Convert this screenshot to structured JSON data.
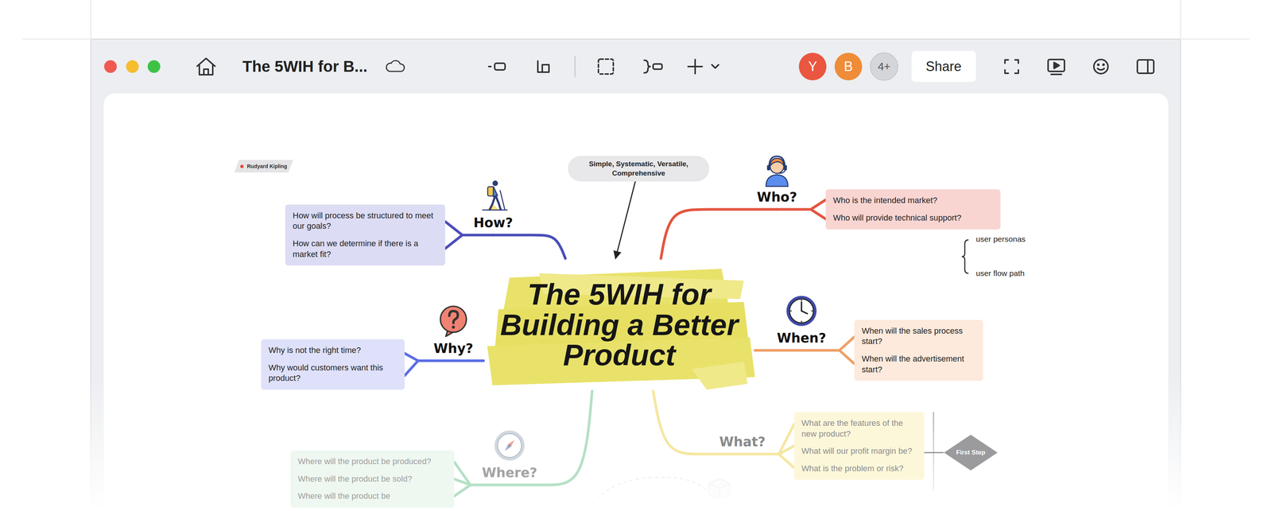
{
  "diagram": {
    "nodes": [
      {
        "text": [
          "Rudyard Kipling"
        ]
      },
      {
        "text": [
          "Simple, Systematic, Versatile, Comprehensive"
        ]
      },
      {
        "text": [
          "The 5WIH for Building a Better Product"
        ]
      },
      {
        "text": [
          "How?"
        ]
      },
      {
        "text": [
          "How will process be structured to meet our goals?",
          "How can we determine if there is a market fit?"
        ]
      },
      {
        "text": [
          "Who?"
        ]
      },
      {
        "text": [
          "Who is the intended market?",
          "Who will provide technical support?"
        ]
      },
      {
        "text": [
          "Why?"
        ]
      },
      {
        "text": [
          "Why is not the right time?",
          "Why would customers want this product?"
        ]
      },
      {
        "text": [
          "When?"
        ]
      },
      {
        "text": [
          "When will the sales process start?",
          "When will the advertisement start?"
        ]
      },
      {
        "text": [
          "Where?"
        ]
      },
      {
        "text": [
          "Where will the product be produced?",
          "Where will the product be sold?",
          "Where will the product be"
        ]
      },
      {
        "text": [
          "What?"
        ]
      },
      {
        "text": [
          "What are the features of the new product?",
          "What will our profit margin be?",
          "What is the problem or risk?"
        ]
      },
      {
        "text": [
          "First Step"
        ]
      }
    ],
    "edges": [
      {
        "from": 1,
        "to": 2,
        "arrow": "to"
      },
      {
        "from": 2,
        "to": 3,
        "arrow": "none"
      },
      {
        "from": 3,
        "to": 4,
        "arrow": "none"
      },
      {
        "from": 2,
        "to": 5,
        "arrow": "none"
      },
      {
        "from": 5,
        "to": 6,
        "arrow": "none"
      },
      {
        "from": 2,
        "to": 7,
        "arrow": "none"
      },
      {
        "from": 7,
        "to": 8,
        "arrow": "none"
      },
      {
        "from": 2,
        "to": 9,
        "arrow": "none"
      },
      {
        "from": 9,
        "to": 10,
        "arrow": "none"
      },
      {
        "from": 2,
        "to": 11,
        "arrow": "none"
      },
      {
        "from": 11,
        "to": 12,
        "arrow": "none"
      },
      {
        "from": 2,
        "to": 13,
        "arrow": "none"
      },
      {
        "from": 13,
        "to": 14,
        "arrow": "none"
      },
      {
        "from": 14,
        "to": 15,
        "arrow": "none"
      }
    ],
    "labels": [
      "The 5WIH for B...",
      "Y",
      "B",
      "4+",
      "Share",
      "user personas",
      "user flow path"
    ]
  }
}
